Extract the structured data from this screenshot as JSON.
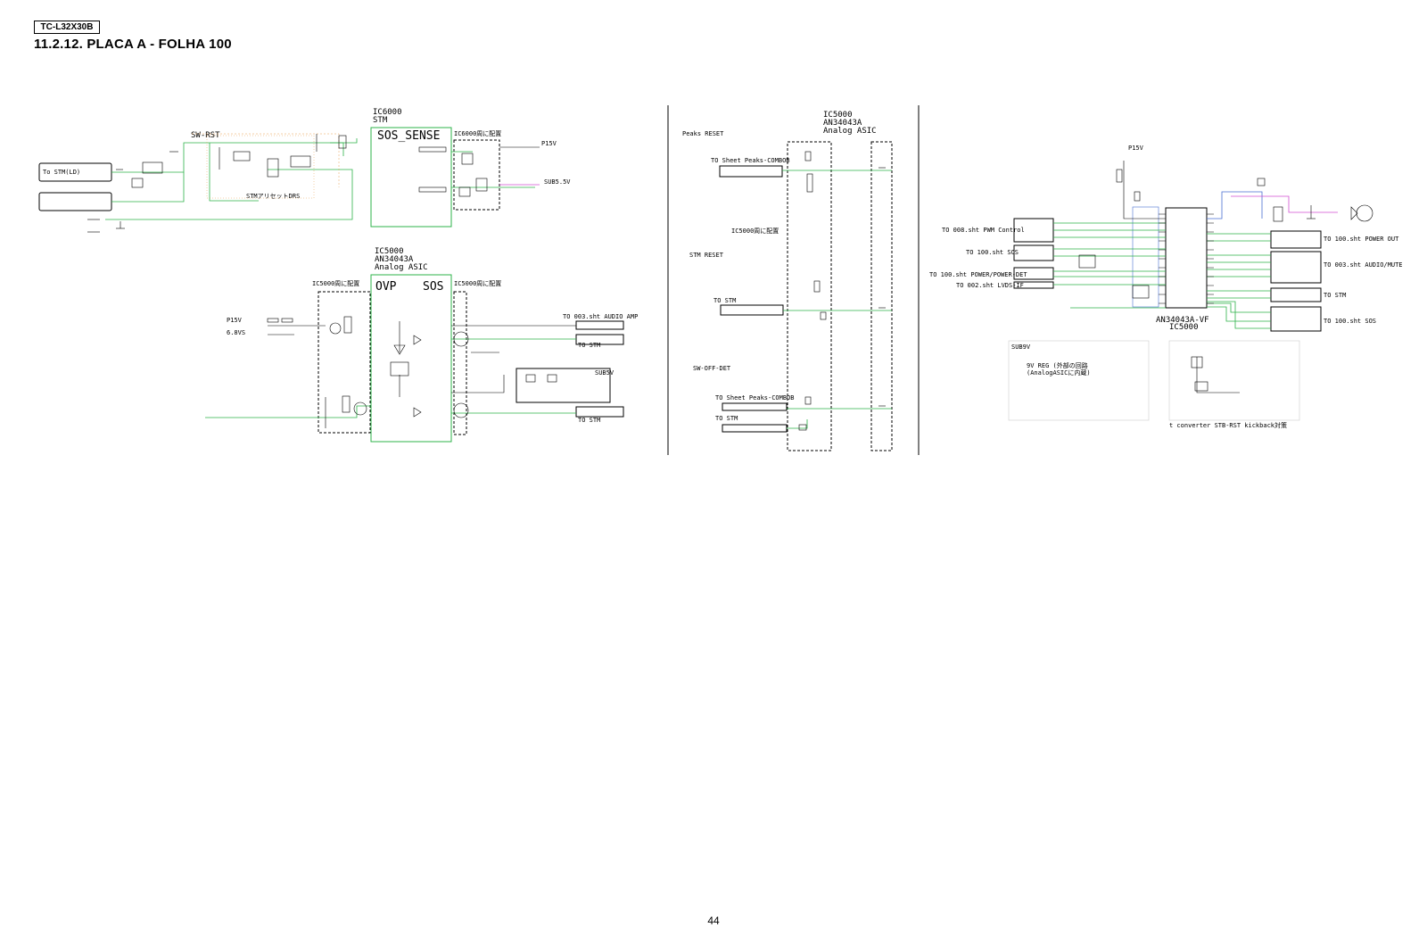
{
  "header": {
    "model": "TC-L32X30B",
    "title": "11.2.12. PLACA A - FOLHA 100"
  },
  "footer": {
    "page": "44"
  },
  "colors": {
    "wire_green": "#2db34a",
    "wire_magenta": "#d14fd1",
    "wire_blue": "#4a6fd1",
    "wire_orange": "#e8a050",
    "ink": "#000000"
  },
  "panel_sos": {
    "ic_top_ref": "IC6000",
    "ic_top_name": "STM",
    "sos_sense": "SOS_SENSE",
    "sw_rst": "SW-RST",
    "placement_note_1": "IC6000周に配置",
    "p15v": "P15V",
    "sub5v": "SUB5.5V",
    "to_stm_left": "To STM(LD)",
    "reset_note": "STMアリセットDRS",
    "ic5000_ref": "IC5000",
    "ic5000_part": "AN34043A",
    "ic5000_name": "Analog ASIC",
    "placement_note_2": "IC5000周に配置",
    "placement_note_3": "IC5000周に配置",
    "ovp": "OVP",
    "sos": "SOS",
    "p15v_2": "P15V",
    "v6v": "6.8VS",
    "to_audio_amp": "TO 003.sht AUDIO AMP",
    "to_stm_1": "TO STM",
    "to_stm_2": "TO STM",
    "sub5v_2": "SUB5V"
  },
  "panel_reset": {
    "ic_ref": "IC5000",
    "ic_part": "AN34043A",
    "ic_name": "Analog ASIC",
    "peaks_reset": "Peaks RESET",
    "to_peaks_1": "TO Sheet Peaks-COMBOB",
    "placement_note": "IC5000周に配置",
    "stm_reset": "STM RESET",
    "to_stm_1": "TO STM",
    "sw_off_det": "SW-OFF-DET",
    "to_peaks_2": "TO Sheet Peaks-COMBOB",
    "to_stm_2": "TO STM"
  },
  "panel_asic": {
    "p15v": "P15V",
    "to_pwm": "TO 008.sht PWM Control",
    "to_sos": "TO 100.sht SOS",
    "to_power": "TO 100.sht POWER/POWER-DET",
    "to_lvds": "TO 002.sht LVDS-IF",
    "to_power_out": "TO 100.sht POWER OUT",
    "to_audio_mute": "TO 003.sht AUDIO/MUTE",
    "to_stm": "TO STM",
    "to_sos_out": "TO 100.sht SOS",
    "ic_part": "AN34043A-VF",
    "ic_ref": "IC5000",
    "sub9v": "SUB9V",
    "reg_note": "9V REG (外部の回路",
    "reg_note_2": "(AnalogASICに内蔵)",
    "converter_note": "t converter STB-RST kickback対策"
  }
}
